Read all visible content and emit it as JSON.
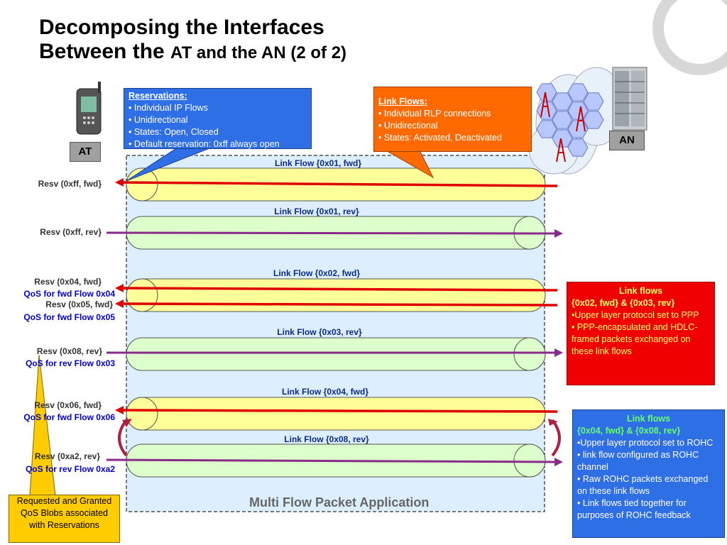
{
  "title": {
    "line1": "Decomposing the Interfaces",
    "line2_a": "Between the ",
    "line2_b": "AT and the AN (2 of 2)"
  },
  "at_label": "AT",
  "an_label": "AN",
  "reservations_box": {
    "heading": "Reservations:",
    "items": [
      "• Individual IP Flows",
      "• Unidirectional",
      "• States: Open, Closed",
      "• Default reservation: 0xff always open"
    ]
  },
  "link_flows_box": {
    "heading": "Link Flows:",
    "items": [
      "• Individual RLP connections",
      "• Unidirectional",
      "• States: Activated, Deactivated"
    ]
  },
  "flows": [
    {
      "label": "Link Flow {0x01, fwd}"
    },
    {
      "label": "Link Flow {0x01, rev}"
    },
    {
      "label": "Link Flow {0x02, fwd}"
    },
    {
      "label": "Link Flow {0x03, rev}"
    },
    {
      "label": "Link Flow {0x04, fwd}"
    },
    {
      "label": "Link Flow {0x08, rev}"
    }
  ],
  "resv_labels": [
    {
      "resv": "Resv (0xff, fwd}",
      "qos": ""
    },
    {
      "resv": "Resv (0xff, rev}",
      "qos": ""
    },
    {
      "resv": "Resv (0x04, fwd}",
      "qos": "QoS for fwd Flow 0x04"
    },
    {
      "resv": "Resv (0x05, fwd}",
      "qos": "QoS for fwd Flow 0x05"
    },
    {
      "resv": "Resv (0x08, rev}",
      "qos": "QoS for rev Flow 0x03"
    },
    {
      "resv": "Resv (0x06, fwd}",
      "qos": "QoS for fwd Flow 0x06"
    },
    {
      "resv": "Resv (0xa2, rev}",
      "qos": "QoS for rev Flow 0xa2"
    }
  ],
  "red_box": {
    "heading1": "Link flows",
    "heading2": "{0x02, fwd} & {0x03, rev}",
    "items": [
      "•Upper layer protocol set to PPP",
      "• PPP-encapsulated and HDLC-framed packets exchanged on these link flows"
    ]
  },
  "blue_box": {
    "heading1": "Link flows",
    "heading2": "{0x04, fwd} & {0x08, rev}",
    "items": [
      "•Upper layer protocol set to ROHC",
      "• link flow configured as ROHC channel",
      "• Raw ROHC packets exchanged on these link flows",
      "• Link flows tied together for purposes of ROHC feedback"
    ]
  },
  "qos_blob_box": "Requested and Granted QoS Blobs associated with Reservations",
  "application_label": "Multi Flow Packet Application",
  "colors": {
    "fwd_arrow": "#e00000",
    "rev_arrow": "#8a2a8a",
    "yellow_pipe": "#ffff99",
    "green_pipe": "#ddffcc",
    "app_area": "#ddeeff"
  }
}
